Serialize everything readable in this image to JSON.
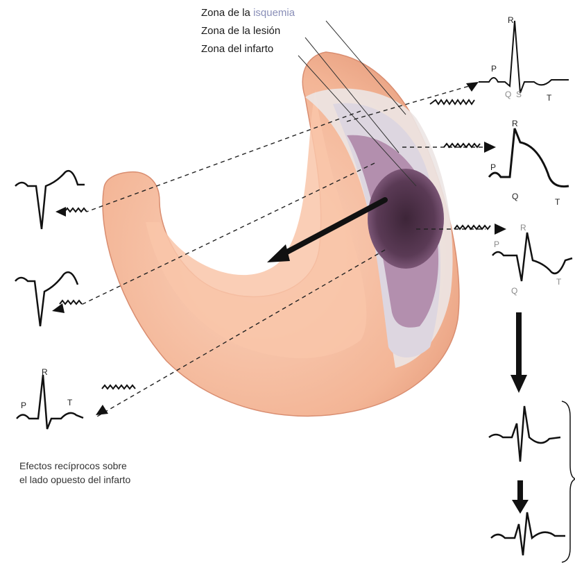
{
  "zone_labels": {
    "isquemia_prefix": "Zona de la ",
    "isquemia_word": "isquemia",
    "lesion": "Zona de la lesión",
    "infarto": "Zona del infarto"
  },
  "caption": {
    "line1": "Efectos recíprocos sobre",
    "line2": "el lado opuesto del infarto"
  },
  "wave_labels": {
    "top": {
      "p": "P",
      "q": "Q",
      "s": "S",
      "r": "R",
      "t": "T"
    },
    "second": {
      "p": "P",
      "r": "R",
      "q": "Q",
      "t": "T"
    },
    "third": {
      "p": "P",
      "r": "R",
      "q": "Q",
      "t": "T"
    },
    "left_bottom": {
      "p": "P",
      "r": "R",
      "t": "T"
    }
  },
  "colors": {
    "tissue": "#f5b897",
    "tissue_dark": "#e9997a",
    "ischemia_zone": "#ded9e2",
    "lesion_zone": "#b893b5",
    "infarct_zone": "#4a3045",
    "arrow": "#111111"
  }
}
